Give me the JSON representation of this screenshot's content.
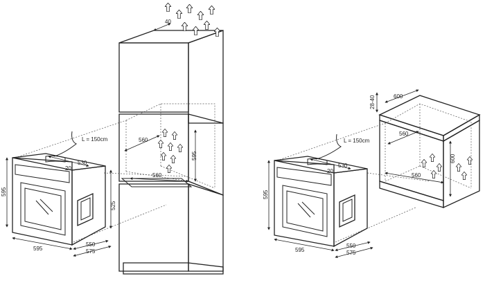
{
  "left": {
    "cable_label": "L = 150cm",
    "oven": {
      "height": "595",
      "width": "595",
      "depth_550": "550",
      "depth_575": "575",
      "depth_530": "530",
      "dim_20": "20",
      "door_height": "525"
    },
    "cabinet": {
      "top_gap": "40",
      "niche_depth": "560",
      "niche_width": "560",
      "niche_height": "595"
    }
  },
  "right": {
    "cable_label": "L = 150cm",
    "oven": {
      "height": "595",
      "width": "595",
      "depth_550": "550",
      "depth_575": "575",
      "depth_530": "530",
      "dim_20": "20"
    },
    "counter": {
      "top_gap": "28-40",
      "depth": "600",
      "niche_depth": "560",
      "niche_width": "560",
      "niche_height": "600"
    }
  },
  "colors": {
    "line": "#222222",
    "dash": "#555555",
    "background": "#ffffff"
  }
}
